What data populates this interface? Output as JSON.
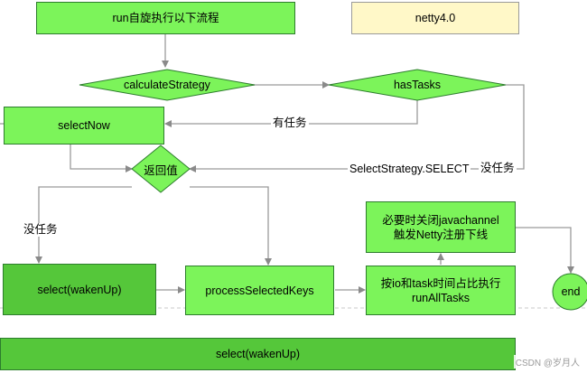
{
  "nodes": {
    "run_loop": "run自旋执行以下流程",
    "netty_version": "netty4.0",
    "calculate_strategy": "calculateStrategy",
    "has_tasks": "hasTasks",
    "select_now": "selectNow",
    "return_value": "返回值",
    "select_wakeup": "select(wakenUp)",
    "process_selected_keys": "processSelectedKeys",
    "run_all_tasks_line1": "按io和task时间占比执行",
    "run_all_tasks_line2": "runAllTasks",
    "close_channel_line1": "必要时关闭javachannel",
    "close_channel_line2": "触发Netty注册下线",
    "end": "end",
    "select_wakeup_bar": "select(wakenUp)"
  },
  "edge_labels": {
    "has_task": "有任务",
    "select_strategy": "SelectStrategy.SELECT",
    "no_task_right": "没任务",
    "no_task_left": "没任务"
  },
  "watermark": "CSDN @岁月人",
  "colors": {
    "light_green": "#7cf45a",
    "dark_green": "#55c73a",
    "note_yellow": "#fff8c8",
    "edge_gray": "#9a9a9a"
  }
}
